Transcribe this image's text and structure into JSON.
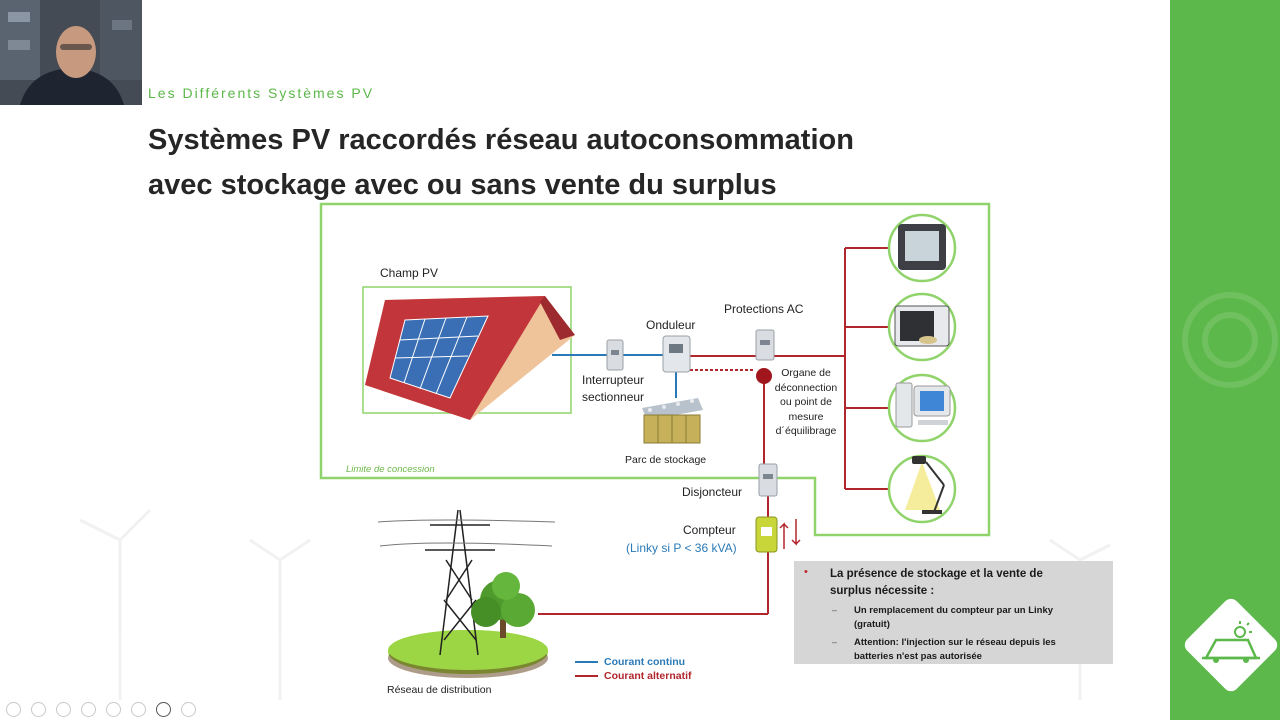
{
  "slide": {
    "subtitle": "Les Différents Systèmes PV",
    "title_line1": "Systèmes PV raccordés réseau autoconsommation",
    "title_line2": "avec stockage  avec ou sans vente du surplus"
  },
  "diagram": {
    "champ_pv": "Champ PV",
    "onduleur": "Onduleur",
    "protections_ac": "Protections AC",
    "interrupteur_line1": "Interrupteur",
    "interrupteur_line2": "sectionneur",
    "organe_line1": "Organe de",
    "organe_line2": "déconnection",
    "organe_line3": "ou point de",
    "organe_line4": "mesure",
    "organe_line5": "d´équilibrage",
    "parc_stockage": "Parc de stockage",
    "limite_concession": "Limite de concession",
    "disjoncteur": "Disjoncteur",
    "compteur": "Compteur",
    "compteur_note": "(Linky si P < 36 kVA)",
    "reseau": "Réseau de distribution",
    "legend_dc": "Courant continu",
    "legend_ac": "Courant alternatif"
  },
  "info": {
    "main_line1": "La présence de stockage et la vente de",
    "main_line2": "surplus nécessite :",
    "item1_line1": "Un remplacement du compteur par un Linky",
    "item1_line2": "(gratuit)",
    "item2_line1": "Attention: l'injection sur le réseau depuis les",
    "item2_line2": "batteries n'est pas autorisée"
  },
  "colors": {
    "accent_green": "#5cb84a",
    "ac_red": "#b0262c",
    "dc_blue": "#2a7ab8",
    "info_box": "#d6d6d6"
  },
  "icons": [
    "tv-icon",
    "microwave-icon",
    "computer-icon",
    "lamp-icon",
    "solar-car-icon"
  ]
}
